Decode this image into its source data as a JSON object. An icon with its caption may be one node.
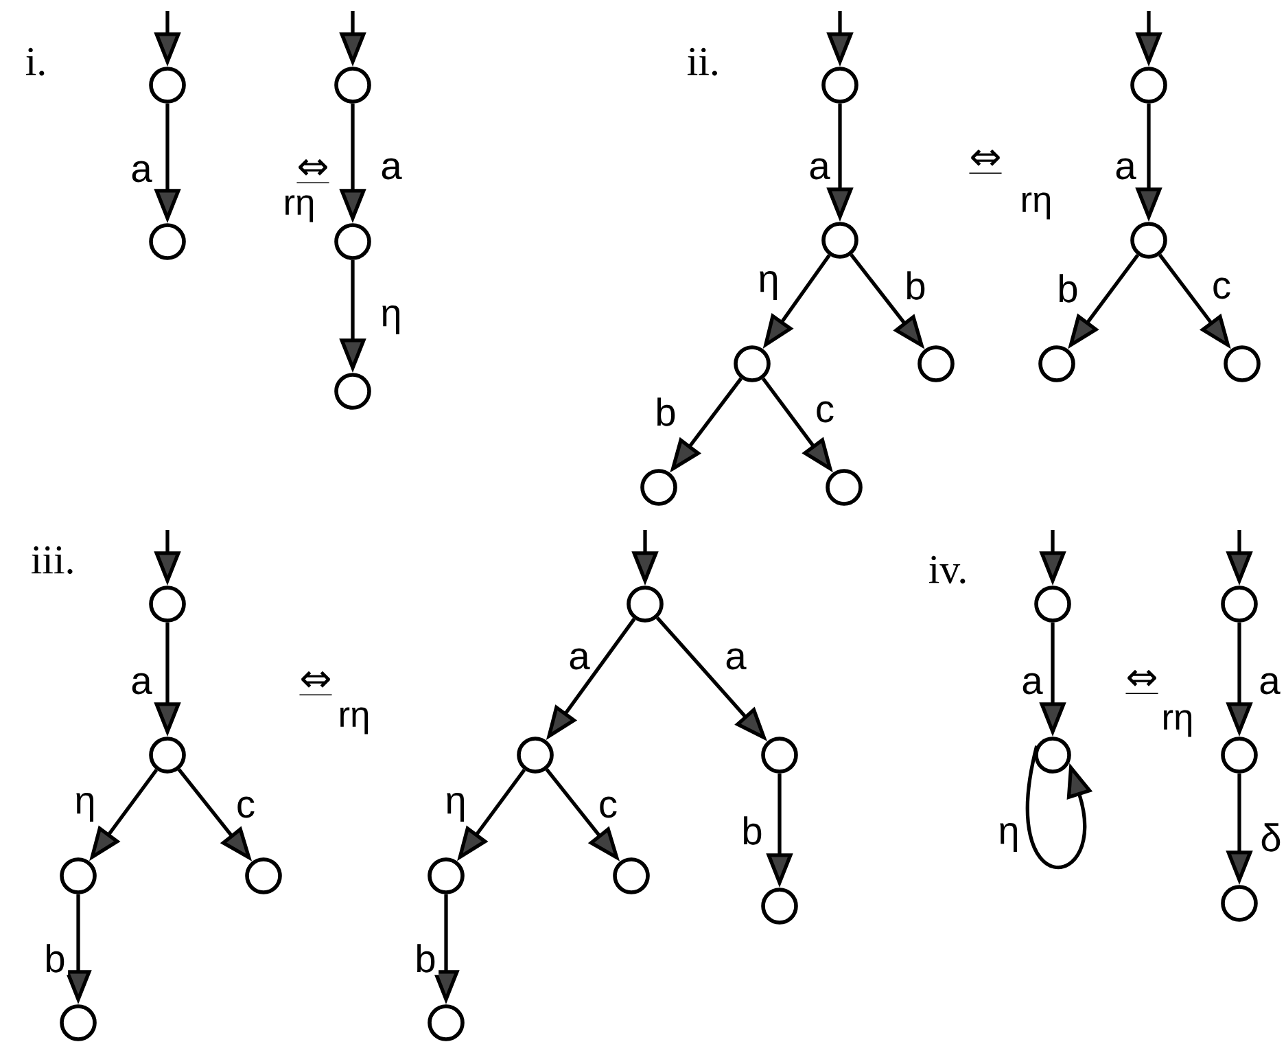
{
  "diagram": {
    "nodes": [
      {
        "text": [],
        "shape": "circle"
      },
      {
        "text": [],
        "shape": "circle"
      },
      {
        "text": [],
        "shape": "circle"
      },
      {
        "text": [],
        "shape": "circle"
      },
      {
        "text": [],
        "shape": "circle"
      },
      {
        "text": [],
        "shape": "circle"
      },
      {
        "text": [],
        "shape": "circle"
      },
      {
        "text": [],
        "shape": "circle"
      },
      {
        "text": [],
        "shape": "circle"
      },
      {
        "text": [],
        "shape": "circle"
      },
      {
        "text": [],
        "shape": "circle"
      },
      {
        "text": [],
        "shape": "circle"
      },
      {
        "text": [],
        "shape": "circle"
      },
      {
        "text": [],
        "shape": "circle"
      },
      {
        "text": [],
        "shape": "circle"
      },
      {
        "text": [],
        "shape": "circle"
      },
      {
        "text": [],
        "shape": "circle"
      },
      {
        "text": [],
        "shape": "circle"
      },
      {
        "text": [],
        "shape": "circle"
      },
      {
        "text": [],
        "shape": "circle"
      },
      {
        "text": [],
        "shape": "circle"
      },
      {
        "text": [],
        "shape": "circle"
      },
      {
        "text": [],
        "shape": "circle"
      },
      {
        "text": [],
        "shape": "circle"
      },
      {
        "text": [],
        "shape": "circle"
      },
      {
        "text": [],
        "shape": "circle"
      },
      {
        "text": [],
        "shape": "circle"
      },
      {
        "text": [],
        "shape": "circle"
      },
      {
        "text": [],
        "shape": "circle"
      },
      {
        "text": [],
        "shape": "circle"
      },
      {
        "text": [],
        "shape": "circle"
      },
      {
        "text": [],
        "shape": "circle"
      }
    ],
    "edges": [
      {
        "from": null,
        "to": 0,
        "arrow": "to"
      },
      {
        "from": 0,
        "to": 1,
        "arrow": "to",
        "label": "a"
      },
      {
        "from": null,
        "to": 2,
        "arrow": "to"
      },
      {
        "from": 2,
        "to": 3,
        "arrow": "to",
        "label": "a"
      },
      {
        "from": 3,
        "to": 4,
        "arrow": "to",
        "label": "η"
      },
      {
        "from": null,
        "to": 5,
        "arrow": "to"
      },
      {
        "from": 5,
        "to": 6,
        "arrow": "to",
        "label": "a"
      },
      {
        "from": 6,
        "to": 7,
        "arrow": "to",
        "label": "η"
      },
      {
        "from": 6,
        "to": 8,
        "arrow": "to",
        "label": "b"
      },
      {
        "from": 7,
        "to": 9,
        "arrow": "to",
        "label": "b"
      },
      {
        "from": 7,
        "to": 10,
        "arrow": "to",
        "label": "c"
      },
      {
        "from": null,
        "to": 11,
        "arrow": "to"
      },
      {
        "from": 11,
        "to": 12,
        "arrow": "to",
        "label": "a"
      },
      {
        "from": 12,
        "to": 13,
        "arrow": "to",
        "label": "b"
      },
      {
        "from": 12,
        "to": 14,
        "arrow": "to",
        "label": "c"
      },
      {
        "from": null,
        "to": 15,
        "arrow": "to"
      },
      {
        "from": 15,
        "to": 16,
        "arrow": "to",
        "label": "a"
      },
      {
        "from": 16,
        "to": 17,
        "arrow": "to",
        "label": "η"
      },
      {
        "from": 16,
        "to": 18,
        "arrow": "to",
        "label": "c"
      },
      {
        "from": 17,
        "to": 19,
        "arrow": "to",
        "label": "b"
      },
      {
        "from": null,
        "to": 20,
        "arrow": "to"
      },
      {
        "from": 20,
        "to": 21,
        "arrow": "to",
        "label": "a"
      },
      {
        "from": 20,
        "to": 25,
        "arrow": "to",
        "label": "a"
      },
      {
        "from": 21,
        "to": 22,
        "arrow": "to",
        "label": "η"
      },
      {
        "from": 21,
        "to": 23,
        "arrow": "to",
        "label": "c"
      },
      {
        "from": 22,
        "to": 24,
        "arrow": "to",
        "label": "b"
      },
      {
        "from": 25,
        "to": 26,
        "arrow": "to",
        "label": "b"
      },
      {
        "from": null,
        "to": 27,
        "arrow": "to"
      },
      {
        "from": 27,
        "to": 28,
        "arrow": "to",
        "label": "a"
      },
      {
        "from": 28,
        "to": 28,
        "arrow": "to",
        "label": "η"
      },
      {
        "from": null,
        "to": 29,
        "arrow": "to"
      },
      {
        "from": 29,
        "to": 30,
        "arrow": "to",
        "label": "a"
      },
      {
        "from": 30,
        "to": 31,
        "arrow": "to",
        "label": "δ"
      }
    ],
    "labels": [
      "i.",
      "⇔",
      "rη",
      "ii.",
      "⇔",
      "rη",
      "iii.",
      "⇔",
      "rη",
      "iv.",
      "⇔",
      "rη"
    ]
  }
}
